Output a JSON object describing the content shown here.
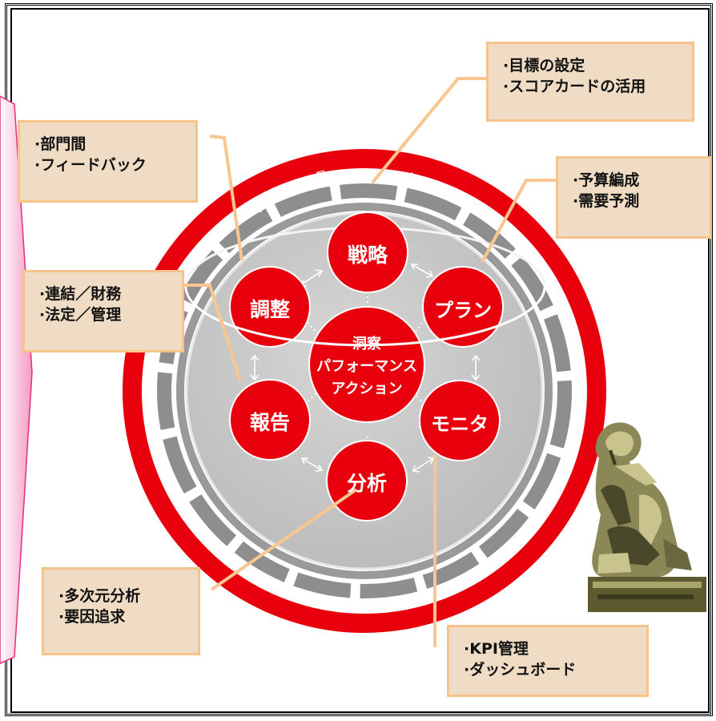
{
  "ring_text": "Action Framework",
  "center": {
    "lines": [
      "洞察",
      "パフォーマンス",
      "アクション"
    ]
  },
  "nodes": {
    "strategy": "戦略",
    "plan": "プラン",
    "monitor": "モニタ",
    "analysis": "分析",
    "report": "報告",
    "adjust": "調整"
  },
  "callouts": {
    "goals": [
      "·目標の設定",
      "·スコアカードの活用"
    ],
    "departments": [
      "·部門間",
      "·フィードバック"
    ],
    "budget": [
      "·予算編成",
      "·需要予測"
    ],
    "consolidation": [
      "·連結／財務",
      "·法定／管理"
    ],
    "multidim": [
      "·多次元分析",
      "·要因追求"
    ],
    "kpi": [
      "·KPI管理",
      "·ダッシュボード"
    ]
  },
  "colors": {
    "red": "#e8000c",
    "gray": "#c4c4c4",
    "dark_gray": "#8e8e8e",
    "callout_fill": "#f0dcc4",
    "callout_border": "#f6c48a",
    "arrow_pink": "#f7b8d4"
  }
}
